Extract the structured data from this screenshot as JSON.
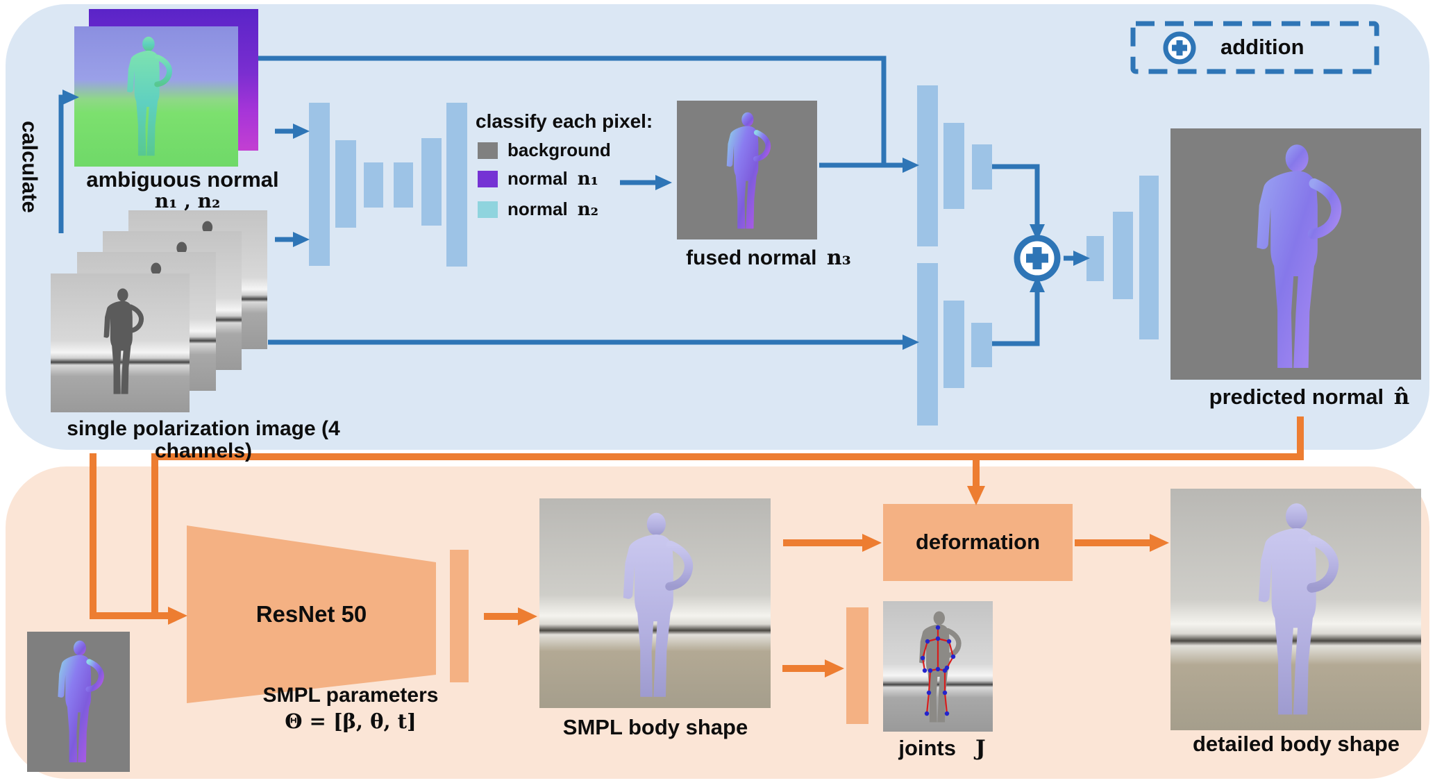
{
  "colors": {
    "section_top_bg": "#dbe7f4",
    "section_bottom_bg": "#fbe5d6",
    "bar_blue": "#9dc3e6",
    "arrow_blue": "#2e75b6",
    "shape_orange": "#f4b183",
    "arrow_orange": "#ed7d31",
    "image_gray_bg": "#7f7f7f"
  },
  "top": {
    "calculate": "calculate",
    "ambiguous_label": "ambiguous normal",
    "ambiguous_math": "n₁ , n₂",
    "polarization_label": "single polarization image (4 channels)",
    "classify_title": "classify each pixel:",
    "classify_items": [
      {
        "label": "background",
        "math": "",
        "color": "#808080"
      },
      {
        "label": "normal",
        "math": "n₁",
        "color": "#7533d4"
      },
      {
        "label": "normal",
        "math": "n₂",
        "color": "#8fd4de"
      }
    ],
    "fused_label": "fused normal",
    "fused_math": "n₃",
    "predicted_label": "predicted normal",
    "predicted_math": "n̂",
    "addition_label": "addition"
  },
  "bottom": {
    "resnet": "ResNet 50",
    "smpl_params_line1": "SMPL parameters",
    "smpl_params_line2": "Θ = [β, θ, t]",
    "smpl_shape_label": "SMPL body shape",
    "deformation": "deformation",
    "joints_label": "joints",
    "joints_math": "J",
    "detailed_label": "detailed body shape"
  }
}
